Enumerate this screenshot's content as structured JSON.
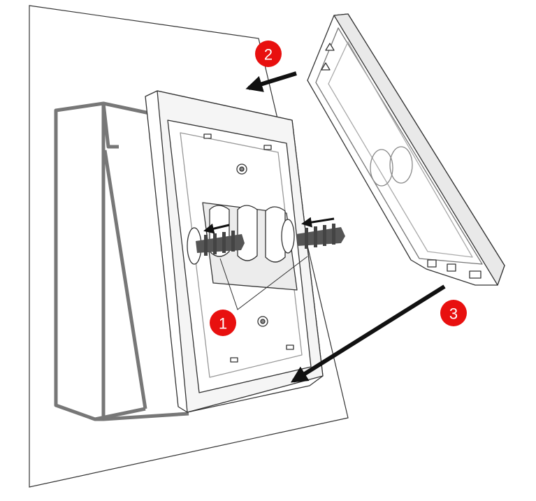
{
  "colors": {
    "badge": "#e8100f",
    "badge_text": "#ffffff",
    "arrow": "#111111",
    "wall_box": "#777777",
    "outline": "#333333",
    "part_fill": "#ffffff",
    "part_shade": "#e9e9e9",
    "screw": "#555555"
  },
  "steps": [
    {
      "id": "step-1",
      "label": "1"
    },
    {
      "id": "step-2",
      "label": "2"
    },
    {
      "id": "step-3",
      "label": "3"
    }
  ]
}
